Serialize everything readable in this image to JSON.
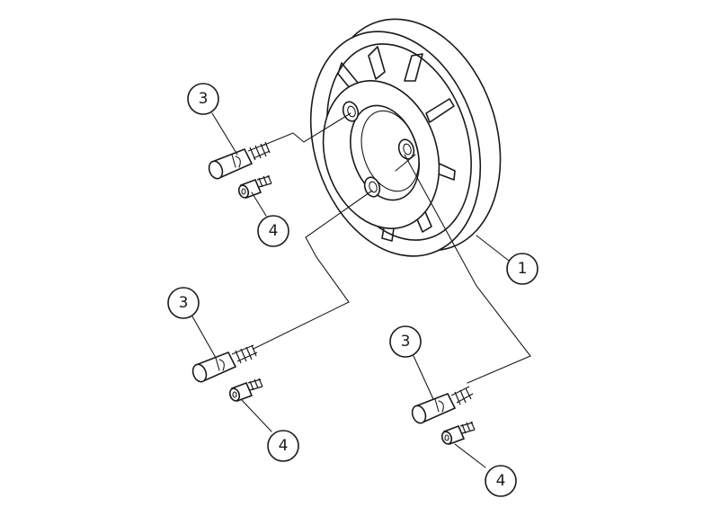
{
  "diagram": {
    "callouts": [
      {
        "id": "c1",
        "label": "1"
      },
      {
        "id": "c3a",
        "label": "3"
      },
      {
        "id": "c3b",
        "label": "3"
      },
      {
        "id": "c3c",
        "label": "3"
      },
      {
        "id": "c4a",
        "label": "4"
      },
      {
        "id": "c4b",
        "label": "4"
      },
      {
        "id": "c4c",
        "label": "4"
      }
    ]
  },
  "colors": {
    "line": "#1a1a1a",
    "background": "#ffffff"
  }
}
